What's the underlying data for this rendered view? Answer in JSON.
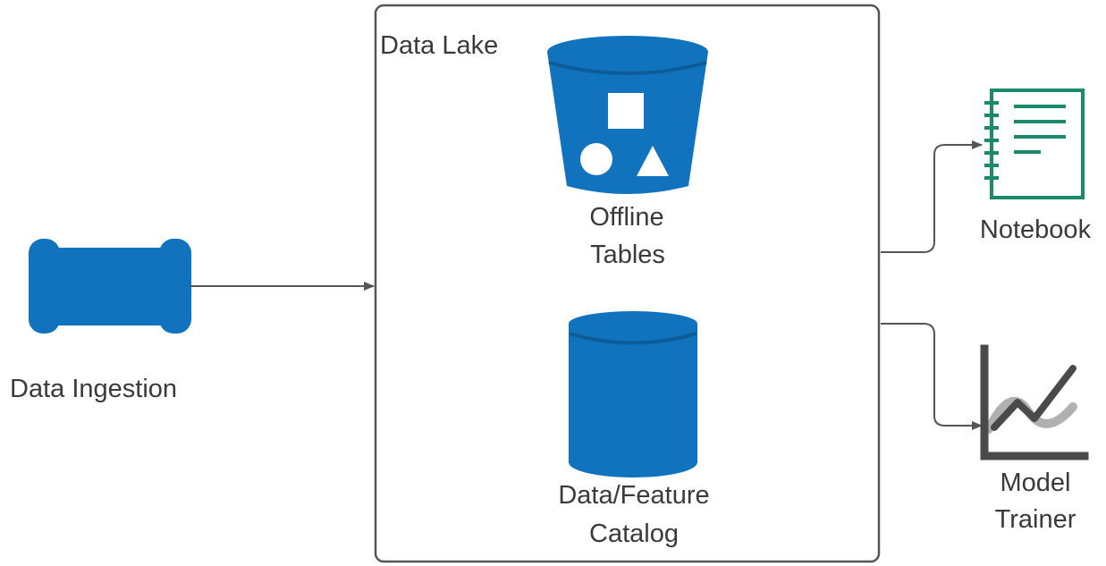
{
  "ingestion": {
    "label": "Data Ingestion",
    "icon": "pipe-icon"
  },
  "data_lake": {
    "title": "Data Lake",
    "offline_tables": {
      "label_line1": "Offline",
      "label_line2": "Tables",
      "icon": "bucket-icon"
    },
    "catalog": {
      "label_line1": "Data/Feature",
      "label_line2": "Catalog",
      "icon": "database-cylinder-icon"
    }
  },
  "notebook": {
    "label": "Notebook",
    "icon": "notebook-icon"
  },
  "model_trainer": {
    "label_line1": "Model",
    "label_line2": "Trainer",
    "icon": "line-chart-icon"
  },
  "colors": {
    "primary_blue": "#1173be",
    "dark_blue": "#0d5c98",
    "notebook_green": "#1a8a6a",
    "arrow_gray": "#555555",
    "box_border": "#555555",
    "text": "#3a3a3a"
  }
}
